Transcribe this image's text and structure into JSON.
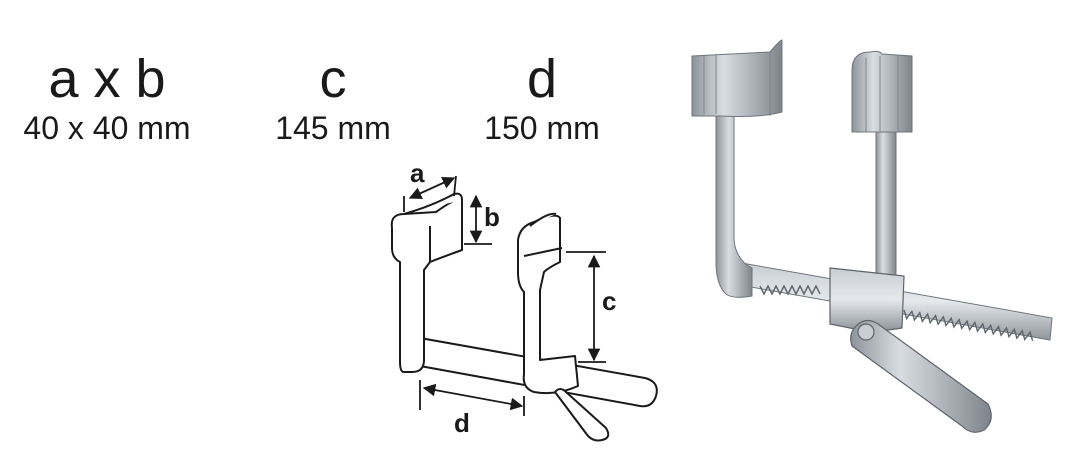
{
  "specs": [
    {
      "letter": "a x b",
      "value": "40 x 40 mm"
    },
    {
      "letter": "c",
      "value": "145 mm"
    },
    {
      "letter": "d",
      "value": "150 mm"
    }
  ],
  "diagram_labels": {
    "a": "a",
    "b": "b",
    "c": "c",
    "d": "d"
  },
  "icons": [
    "line-drawing-retractor",
    "photo-retractor"
  ]
}
